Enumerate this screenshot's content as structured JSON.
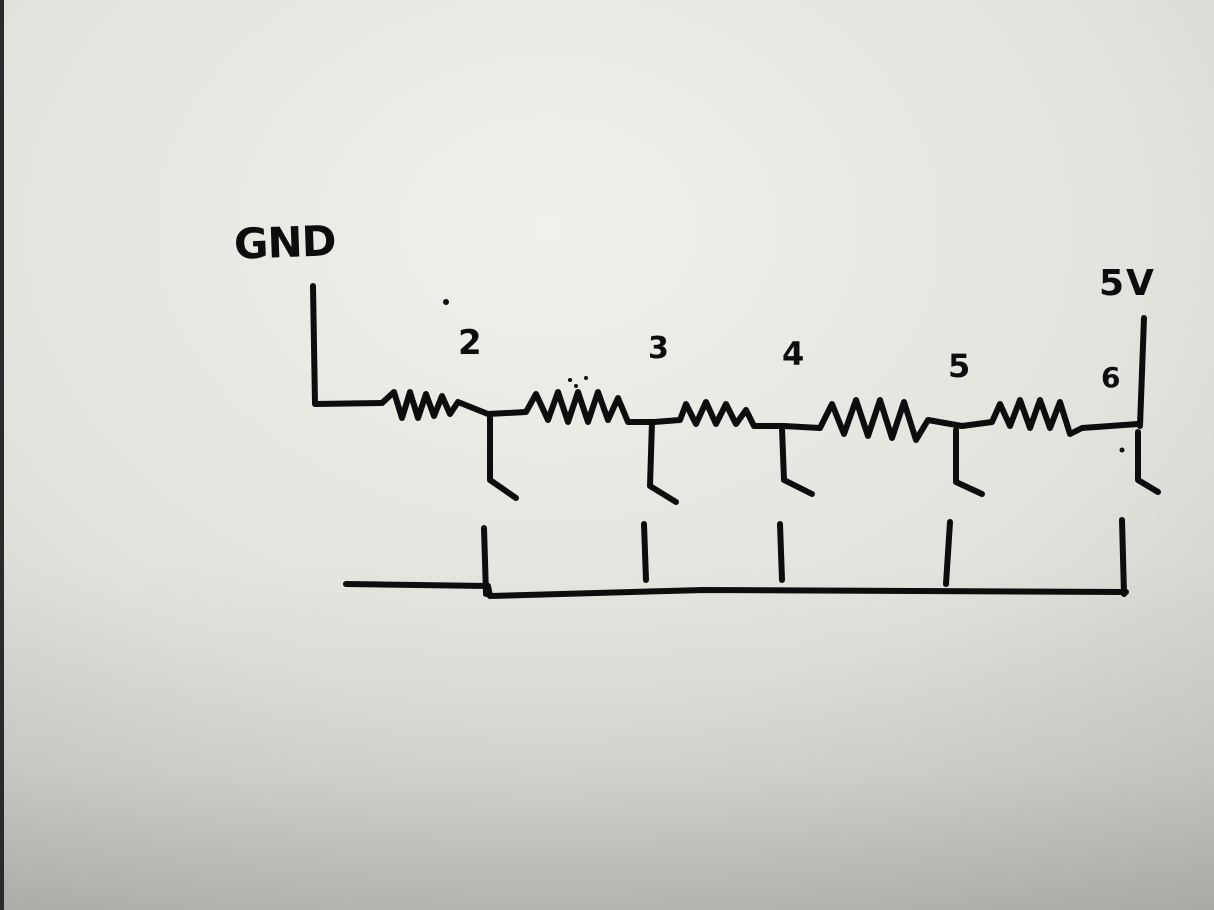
{
  "diagram": {
    "labels": {
      "ground": "GND",
      "supply": "5V",
      "node_2": "2",
      "node_3": "3",
      "node_4": "4",
      "node_5": "5",
      "node_6": "6"
    },
    "colors": {
      "ink": "#0d0d0d",
      "board_light": "#ecebe6",
      "board_shadow": "#bfbfbb",
      "frame": "#2a2a2a"
    },
    "components": {
      "resistor_count": 5,
      "switch_count": 5
    }
  }
}
